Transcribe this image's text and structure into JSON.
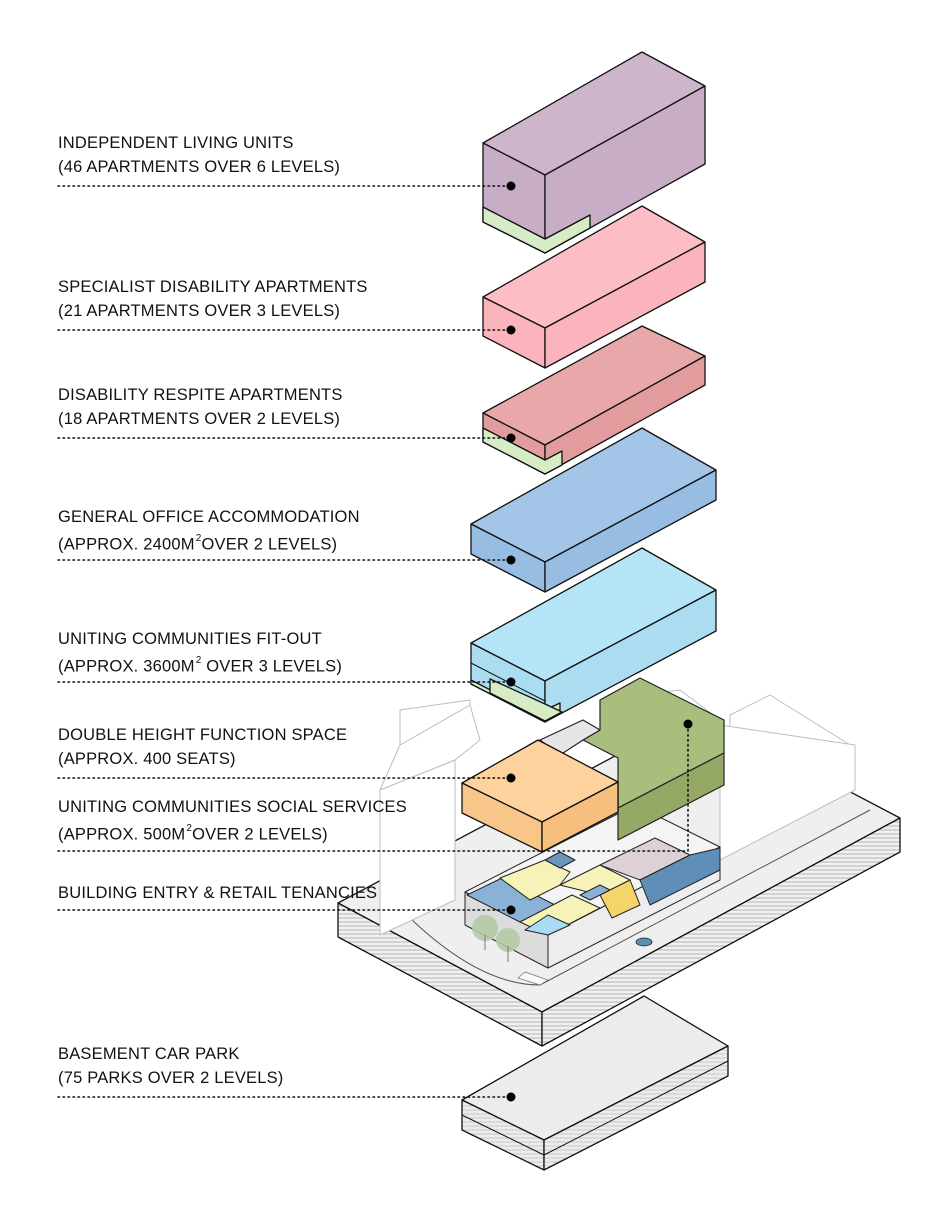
{
  "labels": {
    "independent_living": {
      "line1": "INDEPENDENT LIVING UNITS",
      "line2": "(46 APARTMENTS OVER 6 LEVELS)"
    },
    "specialist_disability": {
      "line1": "SPECIALIST DISABILITY APARTMENTS",
      "line2": "(21 APARTMENTS OVER 3 LEVELS)"
    },
    "disability_respite": {
      "line1": "DISABILITY RESPITE APARTMENTS",
      "line2": "(18 APARTMENTS OVER 2 LEVELS)"
    },
    "general_office": {
      "line1": "GENERAL OFFICE ACCOMMODATION",
      "line2_pre": "(APPROX. 2400M",
      "line2_sup": "2",
      "line2_post": "OVER 2 LEVELS)"
    },
    "uniting_fitout": {
      "line1": "UNITING COMMUNITIES FIT-OUT",
      "line2_pre": "(APPROX. 3600M",
      "line2_sup": "2",
      "line2_post": " OVER 3 LEVELS)"
    },
    "function_space": {
      "line1": "DOUBLE HEIGHT FUNCTION SPACE",
      "line2": "(APPROX. 400 SEATS)"
    },
    "social_services": {
      "line1": "UNITING COMMUNITIES SOCIAL SERVICES",
      "line2_pre": "(APPROX. 500M",
      "line2_sup": "2",
      "line2_post": "OVER 2 LEVELS)"
    },
    "entry_retail": {
      "line1": "BUILDING ENTRY & RETAIL TENANCIES"
    },
    "basement": {
      "line1": "BASEMENT CAR PARK",
      "line2": "(75 PARKS OVER 2 LEVELS)"
    }
  },
  "colors": {
    "independent_living": "#cdb6cc",
    "specialist_disability": "#fdbdc4",
    "disability_respite": "#e8a7a8",
    "general_office": "#9fc3e6",
    "uniting_fitout": "#b5e4f6",
    "function_space": "#fdd29c",
    "social_services": "#a9bd7c",
    "podium_green": "#d6ecc6",
    "basement": "#e9e9e9"
  }
}
